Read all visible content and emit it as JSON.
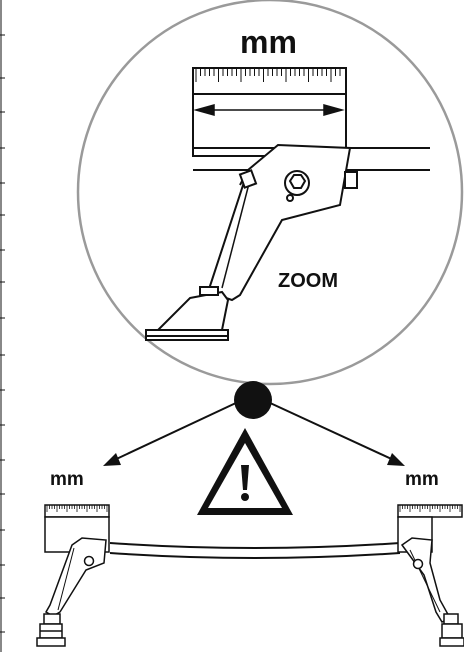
{
  "zoom_view": {
    "unit_label": "mm",
    "zoom_label": "ZOOM"
  },
  "left_detail": {
    "unit_label": "mm"
  },
  "right_detail": {
    "unit_label": "mm"
  },
  "warning_icon": "warning-triangle-icon",
  "colors": {
    "ink": "#111111",
    "circle_outline": "#9a9a9a",
    "background": "#ffffff"
  }
}
